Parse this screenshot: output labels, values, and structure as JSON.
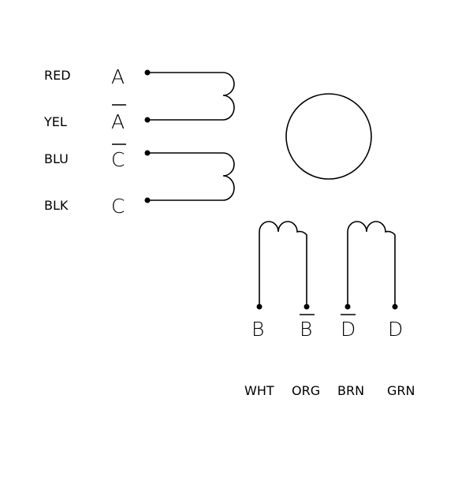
{
  "winding_a": {
    "wires": [
      {
        "color": "RED",
        "terminal": "A",
        "overbar": false
      },
      {
        "color": "YEL",
        "terminal": "A",
        "overbar": true
      },
      {
        "color": "BLU",
        "terminal": "C",
        "overbar": true
      },
      {
        "color": "BLK",
        "terminal": "C",
        "overbar": false
      }
    ]
  },
  "winding_b": {
    "wires": [
      {
        "terminal": "B",
        "overbar": false,
        "color": "WHT"
      },
      {
        "terminal": "B",
        "overbar": true,
        "color": "ORG"
      },
      {
        "terminal": "D",
        "overbar": true,
        "color": "BRN"
      },
      {
        "terminal": "D",
        "overbar": false,
        "color": "GRN"
      }
    ]
  }
}
